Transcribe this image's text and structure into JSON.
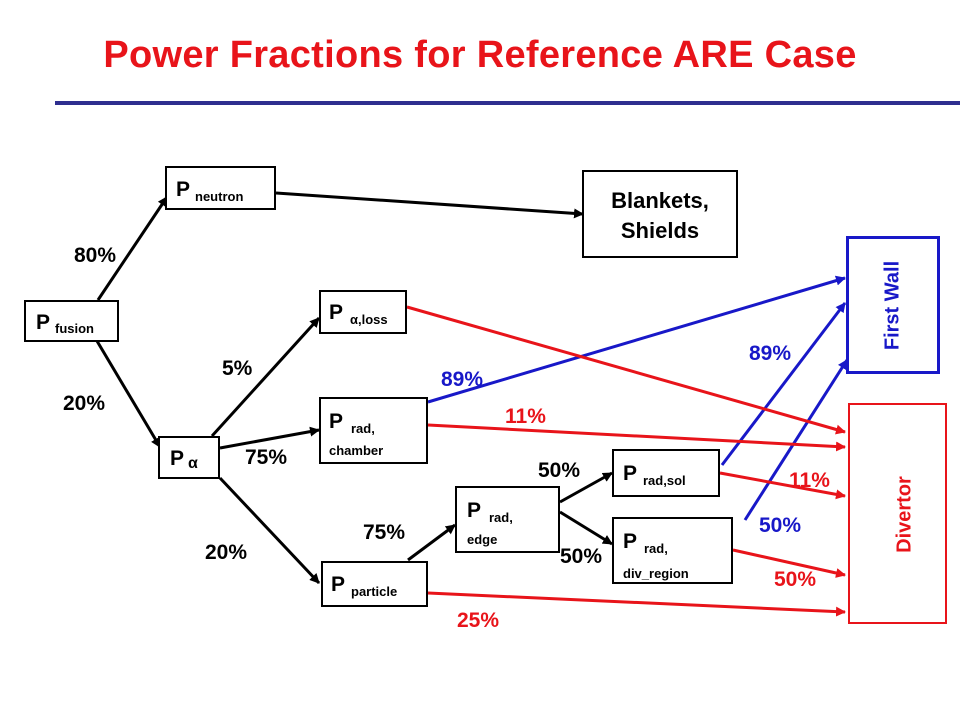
{
  "title": "Power Fractions for Reference ARE Case",
  "colors": {
    "title": "#e8141a",
    "rule": "#2e2e8f",
    "blue": "#1818c8",
    "red": "#e8141a",
    "black": "#000000"
  },
  "nodes": {
    "fusion": {
      "p": "P",
      "sub": "fusion"
    },
    "neutron": {
      "p": "P",
      "sub": "neutron"
    },
    "alpha": {
      "p": "P",
      "sub": "α"
    },
    "alpha_loss": {
      "p": "P",
      "sub": "α,loss"
    },
    "rad_chamber": {
      "p": "P",
      "sub1": "rad,",
      "sub2": "chamber"
    },
    "particle": {
      "p": "P",
      "sub": "particle"
    },
    "rad_edge": {
      "p": "P",
      "sub1": "rad,",
      "sub2": "edge"
    },
    "rad_sol": {
      "p": "P",
      "sub": "rad,sol"
    },
    "rad_div": {
      "p": "P",
      "sub1": "rad,",
      "sub2": "div_region"
    },
    "blankets": {
      "line1": "Blankets,",
      "line2": "Shields"
    },
    "first_wall": {
      "label": "First Wall"
    },
    "divertor": {
      "label": "Divertor"
    }
  },
  "edge_labels": {
    "fusion_to_neutron": "80%",
    "fusion_to_alpha": "20%",
    "alpha_to_loss": "5%",
    "alpha_to_chamber": "75%",
    "alpha_to_particle": "20%",
    "chamber_to_first_wall": "89%",
    "chamber_to_divertor": "11%",
    "particle_to_edge": "75%",
    "particle_to_divertor": "25%",
    "edge_to_sol": "50%",
    "edge_to_div": "50%",
    "sol_to_first_wall": "89%",
    "sol_to_divertor": "11%",
    "div_to_first_wall": "50%",
    "div_to_divertor": "50%"
  }
}
